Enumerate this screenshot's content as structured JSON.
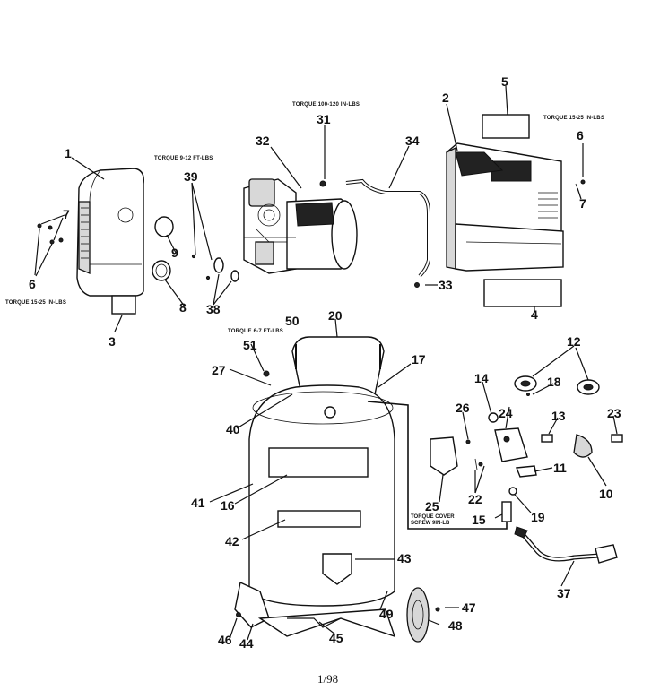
{
  "page_number": "1/98",
  "part_labels": {
    "p1": "1",
    "p2": "2",
    "p3": "3",
    "p4": "4",
    "p5": "5",
    "p6a": "6",
    "p6b": "6",
    "p7a": "7",
    "p7b": "7",
    "p8": "8",
    "p9": "9",
    "p10": "10",
    "p11": "11",
    "p12": "12",
    "p13": "13",
    "p14": "14",
    "p15": "15",
    "p16": "16",
    "p17": "17",
    "p18": "18",
    "p19": "19",
    "p20": "20",
    "p22": "22",
    "p23": "23",
    "p24": "24",
    "p25": "25",
    "p26": "26",
    "p27": "27",
    "p31": "31",
    "p32": "32",
    "p33": "33",
    "p34": "34",
    "p37": "37",
    "p38": "38",
    "p39": "39",
    "p40": "40",
    "p41": "41",
    "p42": "42",
    "p43": "43",
    "p44": "44",
    "p45": "45",
    "p46": "46",
    "p47": "47",
    "p48": "48",
    "p49": "49",
    "p50": "50",
    "p51": "51"
  },
  "torque_notes": {
    "t_100_120": "TORQUE 100-120 IN-LBS",
    "t_15_25_right": "TORQUE 15-25 IN-LBS",
    "t_9_12": "TORQUE 9-12 FT-LBS",
    "t_15_25_left": "TORQUE 15-25 IN-LBS",
    "t_6_7": "TORQUE 6-7 FT-LBS",
    "t_cover_1": "TORQUE COVER",
    "t_cover_2": "SCREW 9IN-LB"
  }
}
